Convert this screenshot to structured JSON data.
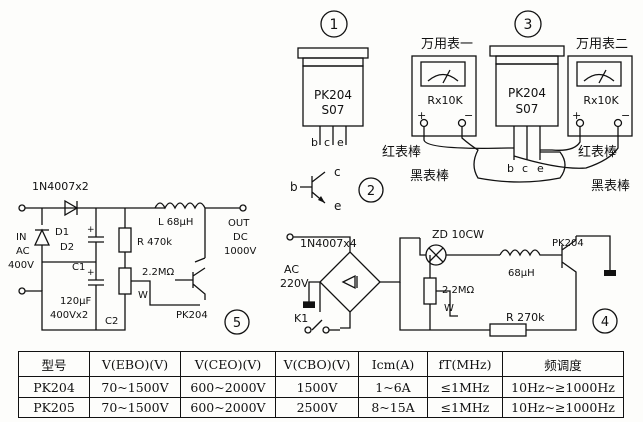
{
  "panel1": {
    "number": "1",
    "part": "PK204",
    "code": "S07",
    "pin_b": "b",
    "pin_c": "c",
    "pin_e": "e"
  },
  "panel2": {
    "number": "2",
    "pin_b": "b",
    "pin_c": "c",
    "pin_e": "e"
  },
  "panel3": {
    "number": "3",
    "meter1_label": "万用表一",
    "meter2_label": "万用表二",
    "meter_range": "Rx10K",
    "plus": "+",
    "minus": "−",
    "part": "PK204",
    "code": "S07",
    "red_probe": "红表棒",
    "black_probe": "黑表棒",
    "pin_b": "b",
    "pin_c": "c",
    "pin_e": "e"
  },
  "panel4": {
    "number": "4",
    "bridge": "1N4007x4",
    "ac": "AC",
    "voltage": "220V",
    "switch": "K1",
    "zd": "ZD  10CW",
    "inductor": "68µH",
    "transistor": "PK204",
    "pot": "2.2MΩ",
    "pot_w": "W",
    "resistor": "R  270k"
  },
  "panel5": {
    "number": "5",
    "diodes": "1N4007x2",
    "d1": "D1",
    "d2": "D2",
    "in1": "IN",
    "in2": "AC",
    "in3": "400V",
    "c1": "C1",
    "c2": "C2",
    "cap": "120µF",
    "cap_v": "400Vx2",
    "inductor": "L  68µH",
    "resistor": "R  470k",
    "pot": "2.2MΩ",
    "pot_w": "W",
    "transistor": "PK204",
    "out1": "OUT",
    "out2": "DC",
    "out3": "1000V"
  },
  "table": {
    "headers": [
      "型号",
      "V(EBO)(V)",
      "V(CEO)(V)",
      "V(CBO)(V)",
      "Icm(A)",
      "fT(MHz)",
      "频调度"
    ],
    "rows": [
      [
        "PK204",
        "70~1500V",
        "600~2000V",
        "1500V",
        "1~6A",
        "≤1MHz",
        "10Hz~≥1000Hz"
      ],
      [
        "PK205",
        "70~1500V",
        "600~2000V",
        "2500V",
        "8~15A",
        "≤1MHz",
        "10Hz~≥1000Hz"
      ]
    ]
  }
}
